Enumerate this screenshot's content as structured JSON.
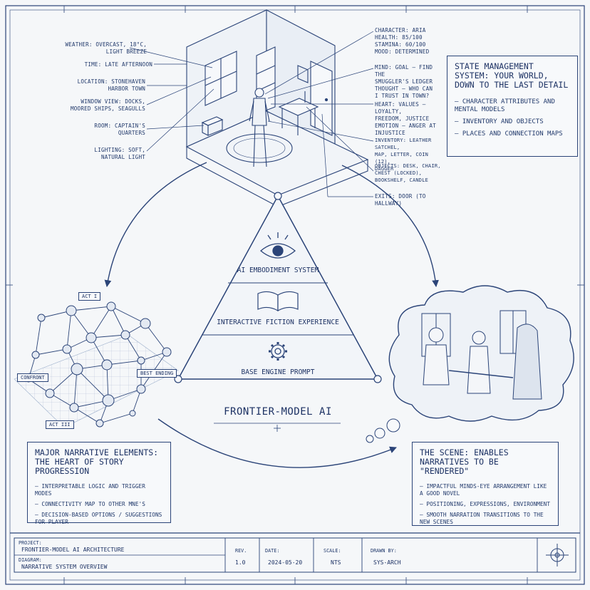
{
  "room": {
    "weather": "WEATHER: OVERCAST, 18°C,\nLIGHT BREEZE",
    "time": "TIME: LATE AFTERNOON",
    "location": "LOCATION: STONEHAVEN\nHARBOR TOWN",
    "window_view": "WINDOW VIEW: DOCKS,\nMOORED SHIPS, SEAGULLS",
    "room": "ROOM: CAPTAIN'S\nQUARTERS",
    "lighting": "LIGHTING: SOFT,\nNATURAL LIGHT",
    "character": "CHARACTER: ARIA\nHEALTH: 85/100\nSTAMINA: 60/100\nMOOD: DETERMINED",
    "mind": "MIND: GOAL – FIND THE\nSMUGGLER'S LEDGER\nTHOUGHT – WHO CAN\nI TRUST IN TOWN?",
    "heart": "HEART: VALUES – LOYALTY,\nFREEDOM, JUSTICE\nEMOTION – ANGER AT\nINJUSTICE",
    "inventory": "INVENTORY: LEATHER SATCHEL,\nMAP, LETTER, COIN (12),\nDAGGER",
    "objects": "OBJECTS: DESK, CHAIR,\nCHEST (LOCKED),\nBOOKSHELF, CANDLE",
    "exits": "EXITS: DOOR (TO HALLWAY)"
  },
  "state_panel": {
    "title": "STATE MANAGEMENT SYSTEM:\nYOUR WORLD, DOWN TO THE\nLAST DETAIL",
    "items": [
      "CHARACTER ATTRIBUTES AND\nMENTAL MODELS",
      "INVENTORY AND OBJECTS",
      "PLACES AND CONNECTION MAPS"
    ]
  },
  "triangle": {
    "tiers": [
      "AI EMBODIMENT SYSTEM",
      "INTERACTIVE FICTION EXPERIENCE",
      "BASE ENGINE PROMPT"
    ]
  },
  "central_title": "FRONTIER-MODEL AI",
  "graph": {
    "tags": [
      "ACT I",
      "CONFRONT",
      "BEST ENDING",
      "ACT III"
    ]
  },
  "narrative_panel": {
    "title": "MAJOR NARRATIVE ELEMENTS:\nTHE HEART OF STORY PROGRESSION",
    "items": [
      "INTERPRETABLE LOGIC AND TRIGGER MODES",
      "CONNECTIVITY MAP TO OTHER MNE'S",
      "DECISION-BASED OPTIONS /\nSUGGESTIONS FOR PLAYER"
    ]
  },
  "scene_panel": {
    "title": "THE SCENE: ENABLES NARRATIVES\nTO BE \"RENDERED\"",
    "items": [
      "IMPACTFUL MINDS-EYE ARRANGEMENT\nLIKE A GOOD NOVEL",
      "POSITIONING, EXPRESSIONS,\nENVIRONMENT",
      "SMOOTH NARRATION TRANSITIONS\nTO THE NEW SCENES"
    ]
  },
  "title_block": {
    "project_label": "PROJECT:",
    "project": "FRONTIER-MODEL AI ARCHITECTURE",
    "diagram_label": "DIAGRAM:",
    "diagram": "NARRATIVE SYSTEM OVERVIEW",
    "rev_label": "REV.",
    "rev": "1.0",
    "date_label": "DATE:",
    "date": "2024-05-20",
    "scale_label": "SCALE:",
    "scale": "NTS",
    "drawn_by_label": "DRAWN BY:",
    "drawn_by": "SYS-ARCH"
  },
  "colors": {
    "ink": "#2b4478",
    "paper": "#f5f7f9"
  }
}
